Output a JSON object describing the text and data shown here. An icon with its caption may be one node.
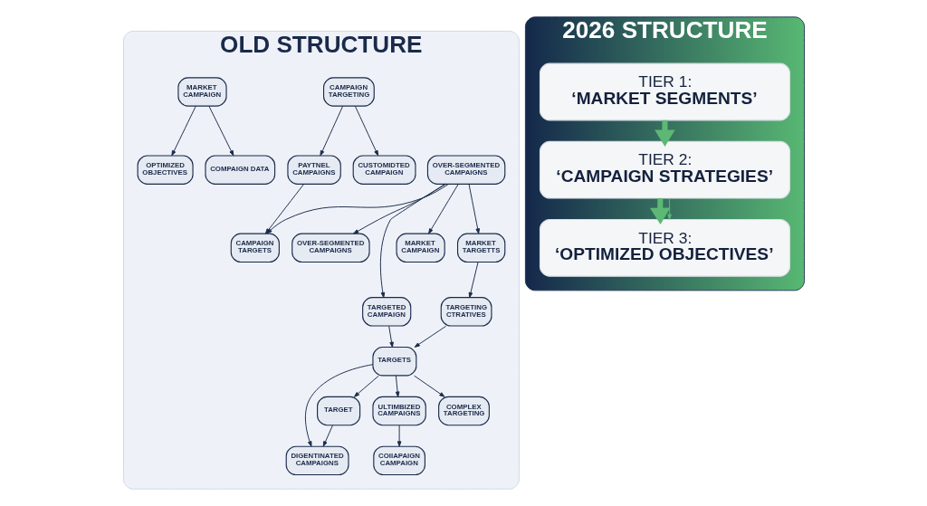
{
  "diagram": {
    "nodes": [
      {
        "text": [
          "OLD STRUCTURE"
        ]
      },
      {
        "text": [
          "OVER-SEGMENTED CAMPAIGNS"
        ],
        "in": 0
      },
      {
        "text": [
          "DIGENTINATED CAMPAIGNS"
        ],
        "in": 0
      },
      {
        "text": [
          "TARGET"
        ],
        "in": 0
      },
      {
        "text": [
          "TARGETS"
        ],
        "in": 0
      },
      {
        "text": [
          "TARGETING CTRATIVES"
        ],
        "in": 0
      },
      {
        "text": [
          "PAYTNEL CAMPAIGNS"
        ],
        "in": 0
      },
      {
        "text": [
          "TARGETED CAMPAIGN"
        ],
        "in": 0
      },
      {
        "text": [
          "MARKET CAMPAIGN"
        ],
        "in": 0
      },
      {
        "text": [
          "OVER-SEGMENTED CAMPAIGNS"
        ],
        "in": 0
      },
      {
        "text": [
          "CAMPAIGN TARGETS"
        ],
        "in": 0
      },
      {
        "text": [
          "ULTIMBIZED CAMPAIGNS"
        ],
        "in": 0
      },
      {
        "text": [
          "CAMPAIGN TARGETING"
        ],
        "in": 0
      },
      {
        "text": [
          "MARKET TARGETTS"
        ],
        "in": 0
      },
      {
        "text": [
          "COMPLEX TARGETING"
        ],
        "in": 0
      },
      {
        "text": [
          "COIIAPAIGN CAMPAIGN"
        ],
        "in": 0
      },
      {
        "text": [
          "MARKET CAMPAIGN"
        ],
        "in": 0
      },
      {
        "text": [
          "CUSTOMIDTED CAMPAIGN"
        ],
        "in": 0
      },
      {
        "text": [
          "OPTIMIZED OBJECTIVES"
        ],
        "in": 0
      },
      {
        "text": [
          "COMPAIGN DATA"
        ],
        "in": 0
      },
      {
        "text": [
          "2026 STRUCTURE"
        ]
      },
      {
        "text": [
          "TIER 1:",
          "‘MARKET SEGMENTS’"
        ],
        "in": 20
      },
      {
        "text": [
          "TIER 2:",
          "‘CAMPAIGN STRATEGIES’"
        ],
        "in": 20
      },
      {
        "text": [
          "TIER 3:",
          "‘OPTIMIZED OBJECTIVES’"
        ],
        "in": 20
      }
    ],
    "edges": [
      {
        "from": 9,
        "to": 1,
        "arrow": "to"
      },
      {
        "from": 3,
        "to": 2,
        "arrow": "to"
      },
      {
        "from": 4,
        "to": 2,
        "arrow": "to"
      },
      {
        "from": 4,
        "to": 3,
        "arrow": "to"
      },
      {
        "from": 5,
        "to": 4,
        "arrow": "to"
      },
      {
        "from": 7,
        "to": 4,
        "arrow": "to"
      },
      {
        "from": 12,
        "to": 6,
        "arrow": "to"
      },
      {
        "from": 13,
        "to": 5,
        "arrow": "to"
      },
      {
        "from": 9,
        "to": 7,
        "arrow": "to"
      },
      {
        "from": 9,
        "to": 8,
        "arrow": "to"
      },
      {
        "from": 9,
        "to": 10,
        "arrow": "to"
      },
      {
        "from": 6,
        "to": 10,
        "arrow": "to"
      },
      {
        "from": 4,
        "to": 11,
        "arrow": "to"
      },
      {
        "from": 9,
        "to": 13,
        "arrow": "to"
      },
      {
        "from": 4,
        "to": 14,
        "arrow": "to"
      },
      {
        "from": 11,
        "to": 15,
        "arrow": "to"
      },
      {
        "from": 12,
        "to": 17,
        "arrow": "to"
      },
      {
        "from": 16,
        "to": 18,
        "arrow": "to"
      },
      {
        "from": 16,
        "to": 19,
        "arrow": "to"
      },
      {
        "from": 21,
        "to": 22,
        "arrow": "to",
        "style": "thick",
        "color": "#5cb874"
      },
      {
        "from": 22,
        "to": 23,
        "arrow": "to",
        "style": "thick",
        "color": "#5cb874"
      },
      {
        "from": 22,
        "to": 23,
        "arrow": "to",
        "color": "#5cb874"
      }
    ]
  }
}
